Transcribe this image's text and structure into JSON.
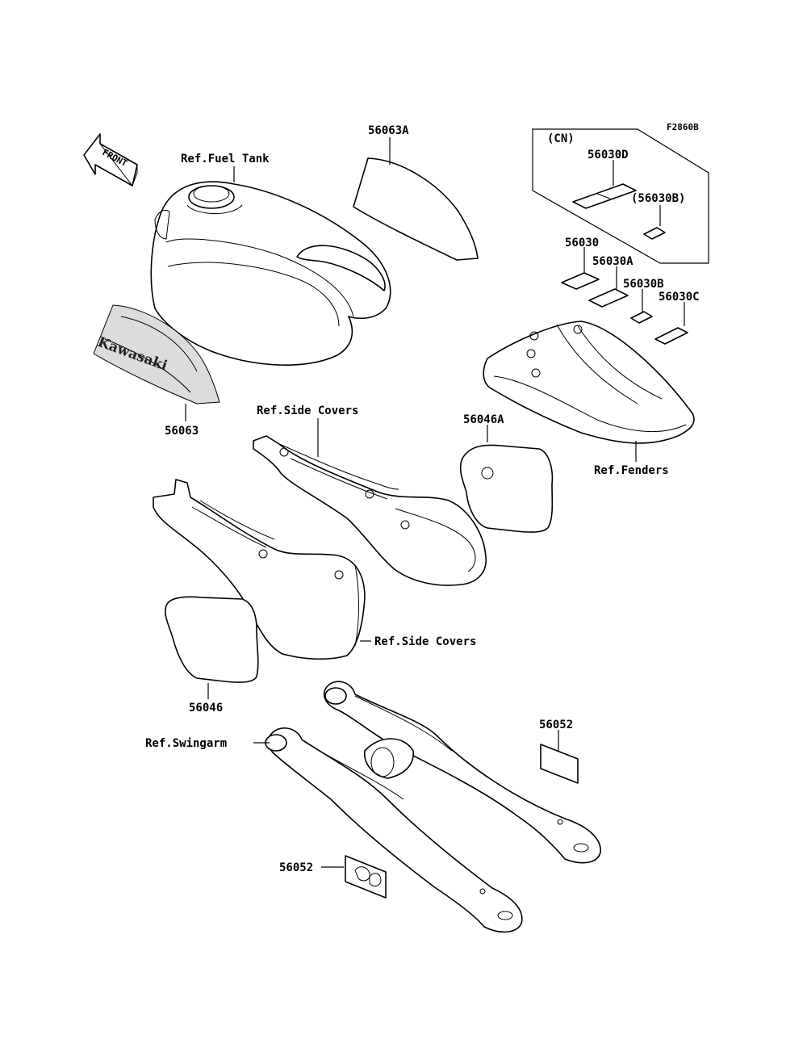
{
  "diagram_id": "F2860B",
  "front_marker": "FRONT",
  "cn_box_title": "(CN)",
  "decal_text": "Kawasaki",
  "labels": {
    "fuel_tank": "Ref.Fuel Tank",
    "p56063A": "56063A",
    "p56030D": "56030D",
    "p56030B_paren": "(56030B)",
    "p56030": "56030",
    "p56030A": "56030A",
    "p56030B": "56030B",
    "p56030C": "56030C",
    "p56063": "56063",
    "side_covers_top": "Ref.Side Covers",
    "p56046A": "56046A",
    "fenders": "Ref.Fenders",
    "side_covers_bottom": "Ref.Side Covers",
    "p56046": "56046",
    "p56052_right": "56052",
    "swingarm": "Ref.Swingarm",
    "p56052_left": "56052"
  }
}
